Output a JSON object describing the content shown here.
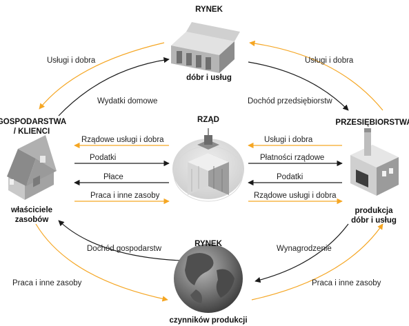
{
  "nodes": {
    "market_goods": {
      "title": "RYNEK",
      "subtitle": "dóbr i usług"
    },
    "government": {
      "title": "RZĄD"
    },
    "households": {
      "title_line1": "GOSPODARSTWA",
      "title_line2": "/ KLIENCI",
      "subtitle_line1": "właściciele",
      "subtitle_line2": "zasobów"
    },
    "firms": {
      "title": "PRZESIĘBIORSTWA",
      "subtitle_line1": "produkcja",
      "subtitle_line2": "dóbr i usług"
    },
    "market_factors": {
      "title": "RYNEK",
      "subtitle": "czynników produkcji"
    }
  },
  "flows": {
    "market_to_households": "Usługi i dobra",
    "households_to_market": "Wydatki domowe",
    "firms_to_market": "Usługi i dobra",
    "market_to_firms": "Dochód przedsiębiorstw",
    "gov_to_households_goods": "Rządowe usługi i dobra",
    "households_to_gov_taxes": "Podatki",
    "gov_to_households_wages": "Płace",
    "households_to_gov_labor": "Praca i inne zasoby",
    "firms_to_gov_goods": "Usługi i dobra",
    "gov_to_firms_payments": "Płatności rządowe",
    "firms_to_gov_taxes": "Podatki",
    "gov_to_firms_goods": "Rządowe usługi i dobra",
    "factors_to_households": "Dochód gospodarstw",
    "households_to_factors": "Praca i inne zasoby",
    "firms_to_factors": "Wynagrodzenie",
    "factors_to_firms": "Praca i inne zasoby"
  },
  "colors": {
    "orange": "#f5a623",
    "black": "#1a1a1a"
  }
}
